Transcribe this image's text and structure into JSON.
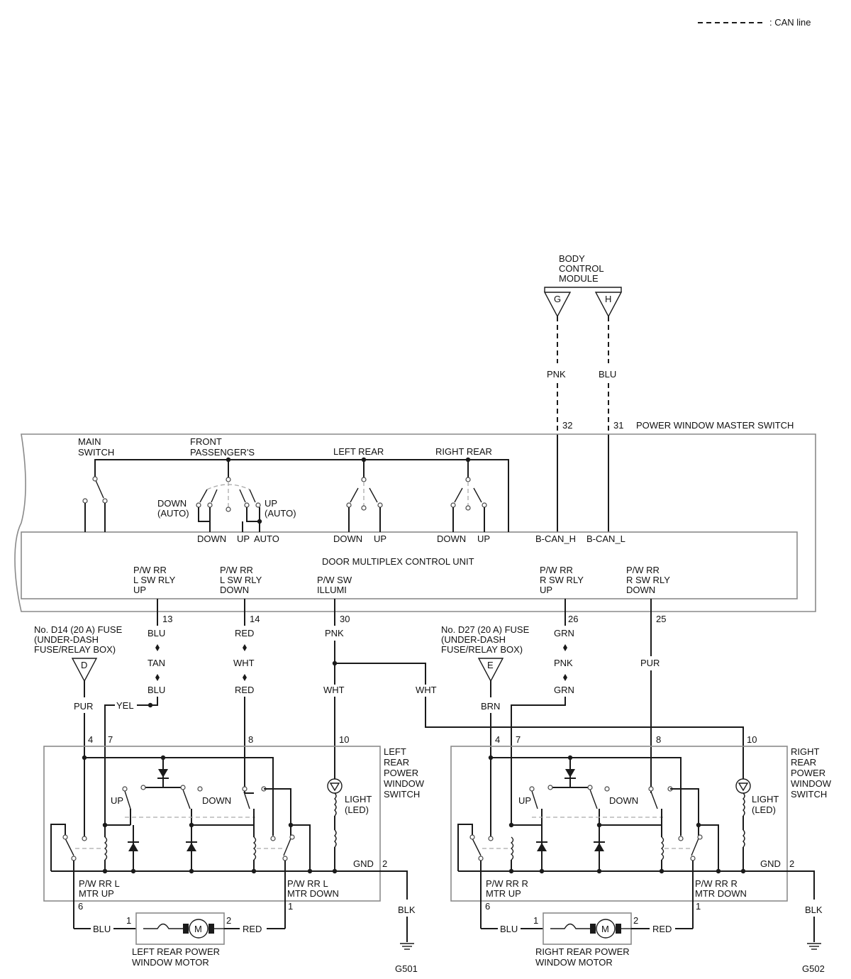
{
  "legend": {
    "can_line": ": CAN line"
  },
  "bcm": {
    "line1": "BODY",
    "line2": "CONTROL",
    "line3": "MODULE",
    "pin_g": "G",
    "pin_h": "H",
    "wire_g": "PNK",
    "wire_h": "BLU"
  },
  "master": {
    "title": "POWER WINDOW MASTER SWITCH",
    "pin_32": "32",
    "pin_31": "31",
    "main_l1": "MAIN",
    "main_l2": "SWITCH",
    "fp_l1": "FRONT",
    "fp_l2": "PASSENGER'S",
    "left_rear": "LEFT REAR",
    "right_rear": "RIGHT REAR",
    "down_auto_l1": "DOWN",
    "down_auto_l2": "(AUTO)",
    "up_auto_l1": "UP",
    "up_auto_l2": "(AUTO)",
    "t_down": "DOWN",
    "t_up": "UP",
    "t_auto": "AUTO",
    "bcan_h": "B-CAN_H",
    "bcan_l": "B-CAN_L",
    "dmcu": "DOOR MULTIPLEX CONTROL UNIT",
    "o1_l1": "P/W RR",
    "o1_l2": "L SW RLY",
    "o1_l3": "UP",
    "o2_l1": "P/W RR",
    "o2_l2": "L SW RLY",
    "o2_l3": "DOWN",
    "o3_l1": "P/W SW",
    "o3_l2": "ILLUMI",
    "o4_l1": "P/W RR",
    "o4_l2": "R SW RLY",
    "o4_l3": "UP",
    "o5_l1": "P/W RR",
    "o5_l2": "R SW RLY",
    "o5_l3": "DOWN",
    "p13": "13",
    "p14": "14",
    "p30": "30",
    "p26": "26",
    "p25": "25"
  },
  "wires": {
    "blu": "BLU",
    "tan": "TAN",
    "red": "RED",
    "wht": "WHT",
    "pnk": "PNK",
    "grn": "GRN",
    "pur": "PUR",
    "yel": "YEL",
    "brn": "BRN",
    "blk": "BLK"
  },
  "fuses": {
    "d_l1": "No. D14 (20 A) FUSE",
    "d_l2": "(UNDER-DASH",
    "d_l3": "FUSE/RELAY BOX)",
    "d": "D",
    "e_l1": "No. D27 (20 A) FUSE",
    "e_l2": "(UNDER-DASH",
    "e_l3": "FUSE/RELAY BOX)",
    "e": "E"
  },
  "left_switch": {
    "t1": "LEFT",
    "t2": "REAR",
    "t3": "POWER",
    "t4": "WINDOW",
    "t5": "SWITCH",
    "p4": "4",
    "p7": "7",
    "p8": "8",
    "p10": "10",
    "p2": "2",
    "p6": "6",
    "p1": "1",
    "up": "UP",
    "down": "DOWN",
    "light_l1": "LIGHT",
    "light_l2": "(LED)",
    "gnd": "GND",
    "mu_l1": "P/W RR L",
    "mu_l2": "MTR UP",
    "md_l1": "P/W RR L",
    "md_l2": "MTR DOWN"
  },
  "right_switch": {
    "t1": "RIGHT",
    "t2": "REAR",
    "t3": "POWER",
    "t4": "WINDOW",
    "t5": "SWITCH",
    "p4": "4",
    "p7": "7",
    "p8": "8",
    "p10": "10",
    "p2": "2",
    "p6": "6",
    "p1": "1",
    "up": "UP",
    "down": "DOWN",
    "light_l1": "LIGHT",
    "light_l2": "(LED)",
    "gnd": "GND",
    "mu_l1": "P/W RR R",
    "mu_l2": "MTR UP",
    "md_l1": "P/W RR R",
    "md_l2": "MTR DOWN"
  },
  "left_motor": {
    "l1": "LEFT REAR POWER",
    "l2": "WINDOW MOTOR",
    "m": "M",
    "p1": "1",
    "p2": "2"
  },
  "right_motor": {
    "l1": "RIGHT REAR POWER",
    "l2": "WINDOW MOTOR",
    "m": "M",
    "p1": "1",
    "p2": "2"
  },
  "grounds": {
    "g501": "G501",
    "g502": "G502"
  }
}
